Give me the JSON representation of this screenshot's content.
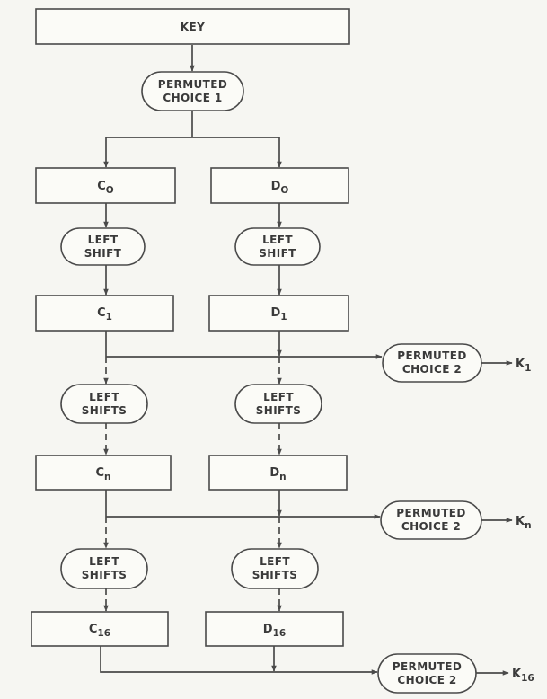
{
  "key": "KEY",
  "pc1": [
    "PERMUTED",
    "CHOICE 1"
  ],
  "c0": {
    "base": "C",
    "sub": "O"
  },
  "d0": {
    "base": "D",
    "sub": "O"
  },
  "left_shift": [
    "LEFT",
    "SHIFT"
  ],
  "c1": {
    "base": "C",
    "sub": "1"
  },
  "d1": {
    "base": "D",
    "sub": "1"
  },
  "pc2": [
    "PERMUTED",
    "CHOICE 2"
  ],
  "k1": {
    "base": "K",
    "sub": "1"
  },
  "left_shifts": [
    "LEFT",
    "SHIFTS"
  ],
  "cn": {
    "base": "C",
    "sub": "n"
  },
  "dn": {
    "base": "D",
    "sub": "n"
  },
  "kn": {
    "base": "K",
    "sub": "n"
  },
  "c16": {
    "base": "C",
    "sub": "16"
  },
  "d16": {
    "base": "D",
    "sub": "16"
  },
  "k16": {
    "base": "K",
    "sub": "16"
  }
}
